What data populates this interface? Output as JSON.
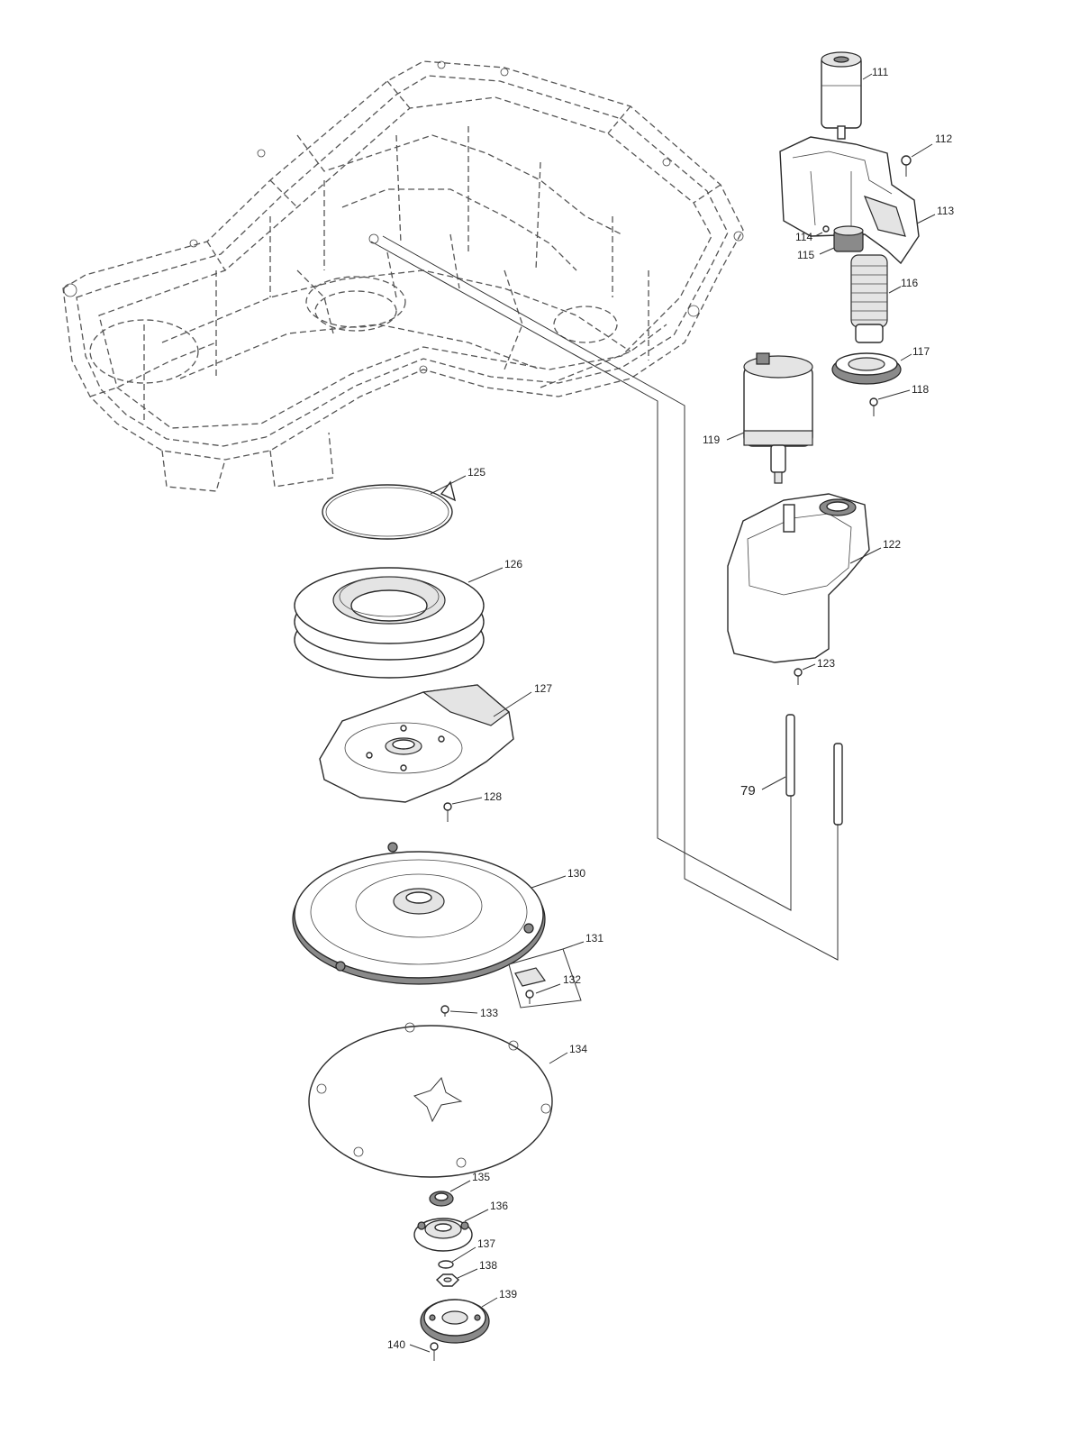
{
  "labels": {
    "p79": "79",
    "p111": "111",
    "p112": "112",
    "p113": "113",
    "p114": "114",
    "p115": "115",
    "p116": "116",
    "p117": "117",
    "p118": "118",
    "p119": "119",
    "p122": "122",
    "p123": "123",
    "p125": "125",
    "p126": "126",
    "p127": "127",
    "p128": "128",
    "p130": "130",
    "p131": "131",
    "p132": "132",
    "p133": "133",
    "p134": "134",
    "p135": "135",
    "p136": "136",
    "p137": "137",
    "p138": "138",
    "p139": "139",
    "p140": "140"
  }
}
